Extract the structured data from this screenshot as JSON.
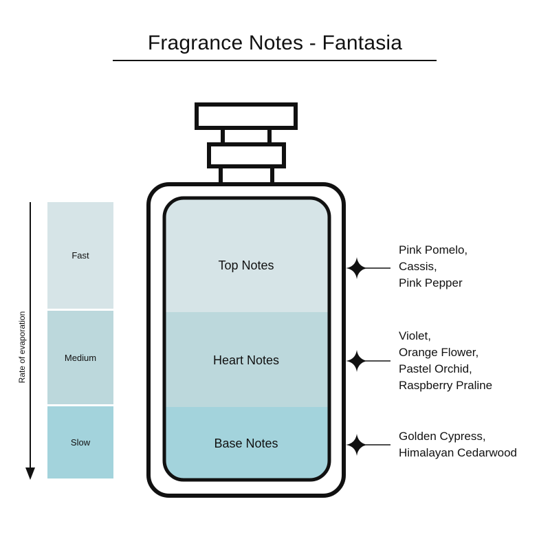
{
  "title": "Fragrance Notes - Fantasia",
  "axis": {
    "label": "Rate of evaporation",
    "bands": [
      {
        "label": "Fast",
        "color": "#d6e4e7"
      },
      {
        "label": "Medium",
        "color": "#bcd8dc"
      },
      {
        "label": "Slow",
        "color": "#a3d3dc"
      }
    ]
  },
  "layers": [
    {
      "label": "Top Notes",
      "color": "#d6e4e7",
      "notes": [
        "Pink Pomelo,",
        "Cassis,",
        "Pink Pepper"
      ]
    },
    {
      "label": "Heart Notes",
      "color": "#bcd8dc",
      "notes": [
        "Violet,",
        "Orange Flower,",
        "Pastel Orchid,",
        "Raspberry Praline"
      ]
    },
    {
      "label": "Base Notes",
      "color": "#a3d3dc",
      "notes": [
        "Golden Cypress,",
        "Himalayan Cedarwood"
      ]
    }
  ],
  "colors": {
    "ink": "#111111",
    "background": "#ffffff"
  },
  "icons": {
    "pointer": "four-point-sparkle-icon",
    "arrow": "down-arrow-icon"
  }
}
